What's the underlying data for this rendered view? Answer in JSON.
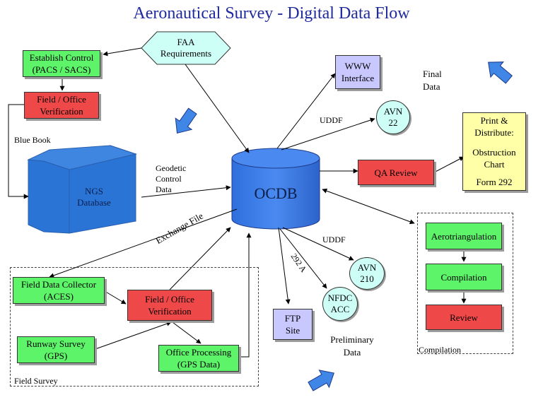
{
  "title": "Aeronautical Survey - Digital Data Flow",
  "nodes": {
    "faa": "FAA\nRequirements",
    "establish_control": "Establish Control\n(PACS / SACS)",
    "field_office_top": "Field / Office\nVerification",
    "blue_book": "Blue Book",
    "ngs_db": "NGS\nDatabase",
    "geodetic": "Geodetic\nControl\nData",
    "ocdb": "OCDB",
    "www": "WWW\nInterface",
    "final_data": "Final\nData",
    "uddf_top": "UDDF",
    "avn22": "AVN\n22",
    "print": "Print &\nDistribute:",
    "obstruction": "Obstruction\nChart",
    "form292": "Form 292",
    "qa_review": "QA Review",
    "exchange_file": "Exchange File",
    "uddf_bottom": "UDDF",
    "label_292a": "292 A",
    "avn210": "AVN\n210",
    "nfdc": "NFDC\nACC",
    "ftp": "FTP\nSite",
    "preliminary": "Preliminary\nData",
    "aerotriangulation": "Aerotriangulation",
    "compilation": "Compilation",
    "review": "Review",
    "compilation_region": "Compilation",
    "field_data_collector": "Field Data Collector\n(ACES)",
    "field_office_bottom": "Field / Office\nVerification",
    "runway_survey": "Runway Survey\n(GPS)",
    "office_processing": "Office Processing\n(GPS Data)",
    "field_survey_region": "Field Survey"
  },
  "colors": {
    "title": "#1f2a9e",
    "green": "#5ef46a",
    "red": "#ef4848",
    "lavender": "#c8c8ff",
    "cyan": "#cdfff7",
    "yellow": "#ffffa8",
    "ngs_blue": "#2a74d6",
    "ocdb_blue": "#3878e6",
    "block_arrow": "#3f86e6"
  },
  "icons": [
    "block-arrow-down-right-icon",
    "block-arrow-up-left-icon",
    "block-arrow-up-right-icon"
  ]
}
